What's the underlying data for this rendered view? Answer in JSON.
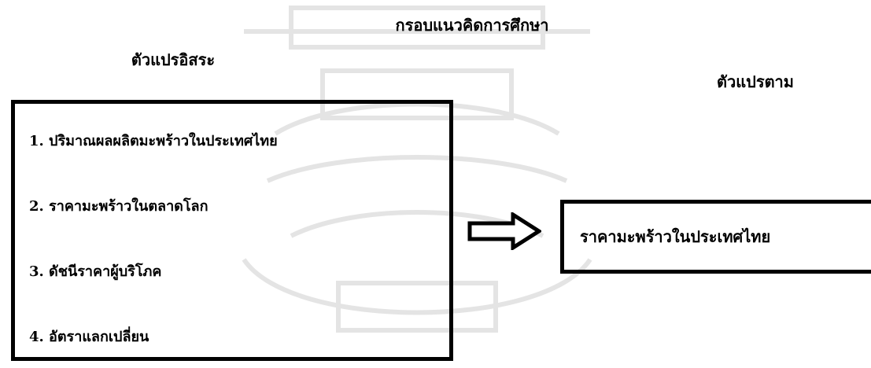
{
  "diagram": {
    "title": "กรอบแนวคิดการศึกษา",
    "independent_label": "ตัวแปรอิสระ",
    "dependent_label": "ตัวแปรตาม",
    "independent_items": [
      "1. ปริมาณผลผลิตมะพร้าวในประเทศไทย",
      "2. ราคามะพร้าวในตลาดโลก",
      "3. ดัชนีราคาผู้บริโภค",
      "4. อัตราแลกเปลี่ยน"
    ],
    "dependent_item": "ราคามะพร้าวในประเทศไทย",
    "arrow_icon": "right-outline-arrow-icon",
    "watermark_icon": "university-seal-watermark-icon"
  }
}
